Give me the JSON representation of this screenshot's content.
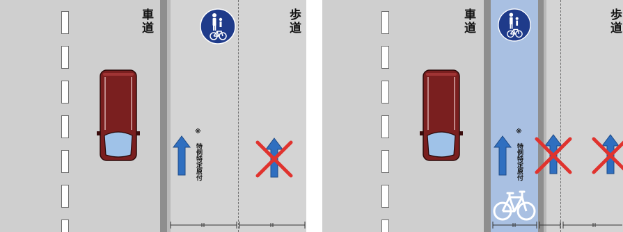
{
  "labels": {
    "roadway": "車道",
    "sidewalk": "歩道",
    "special_note_mark": "※",
    "special_note": "特例特定原付"
  },
  "icons": {
    "sign": "pedestrian-bicycle-sign-icon",
    "car": "car-icon",
    "arrow": "up-arrow-icon",
    "prohibited": "red-x-icon",
    "bicycle": "bicycle-icon"
  },
  "colors": {
    "road": "#cfcfcf",
    "sidewalk": "#d4d4d4",
    "bike_lane": "#a9c0e2",
    "sign_blue": "#1f3b8a",
    "arrow_blue": "#2f6fc0",
    "car_body": "#7a1f1f",
    "cross_red": "#e0332e"
  }
}
